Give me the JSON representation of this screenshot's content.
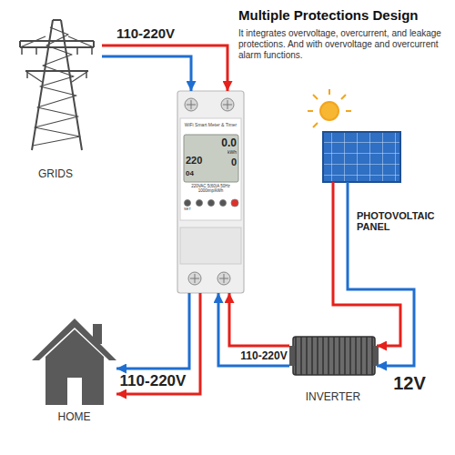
{
  "diagram": {
    "title": "Multiple Protections Design",
    "nodes": [
      {
        "text": [
          "GRIDS"
        ]
      },
      {
        "text": [
          "WiFi Smart Meter & Timer"
        ]
      },
      {
        "text": [
          "PHOTOVOLTAIC PANEL"
        ]
      },
      {
        "text": [
          "HOME"
        ]
      },
      {
        "text": [
          "INVERTER"
        ]
      }
    ],
    "edges": [
      {
        "from": 0,
        "to": 1,
        "label": "110-220V",
        "arrow": "to"
      },
      {
        "from": 1,
        "to": 3,
        "label": "110-220V",
        "arrow": "to"
      },
      {
        "from": 4,
        "to": 1,
        "label": "110-220V",
        "arrow": "to"
      },
      {
        "from": 2,
        "to": 4,
        "label": "12V",
        "arrow": "to"
      }
    ],
    "labels": [
      "It integrates overvoltage, overcurrent, and leakage protections. And with overvoltage and overcurrent alarm functions.",
      "0.0",
      "kWh",
      "220",
      "0",
      "04",
      "220VAC 5(60)A 50Hz 1000imp/kWh",
      "SET"
    ]
  }
}
